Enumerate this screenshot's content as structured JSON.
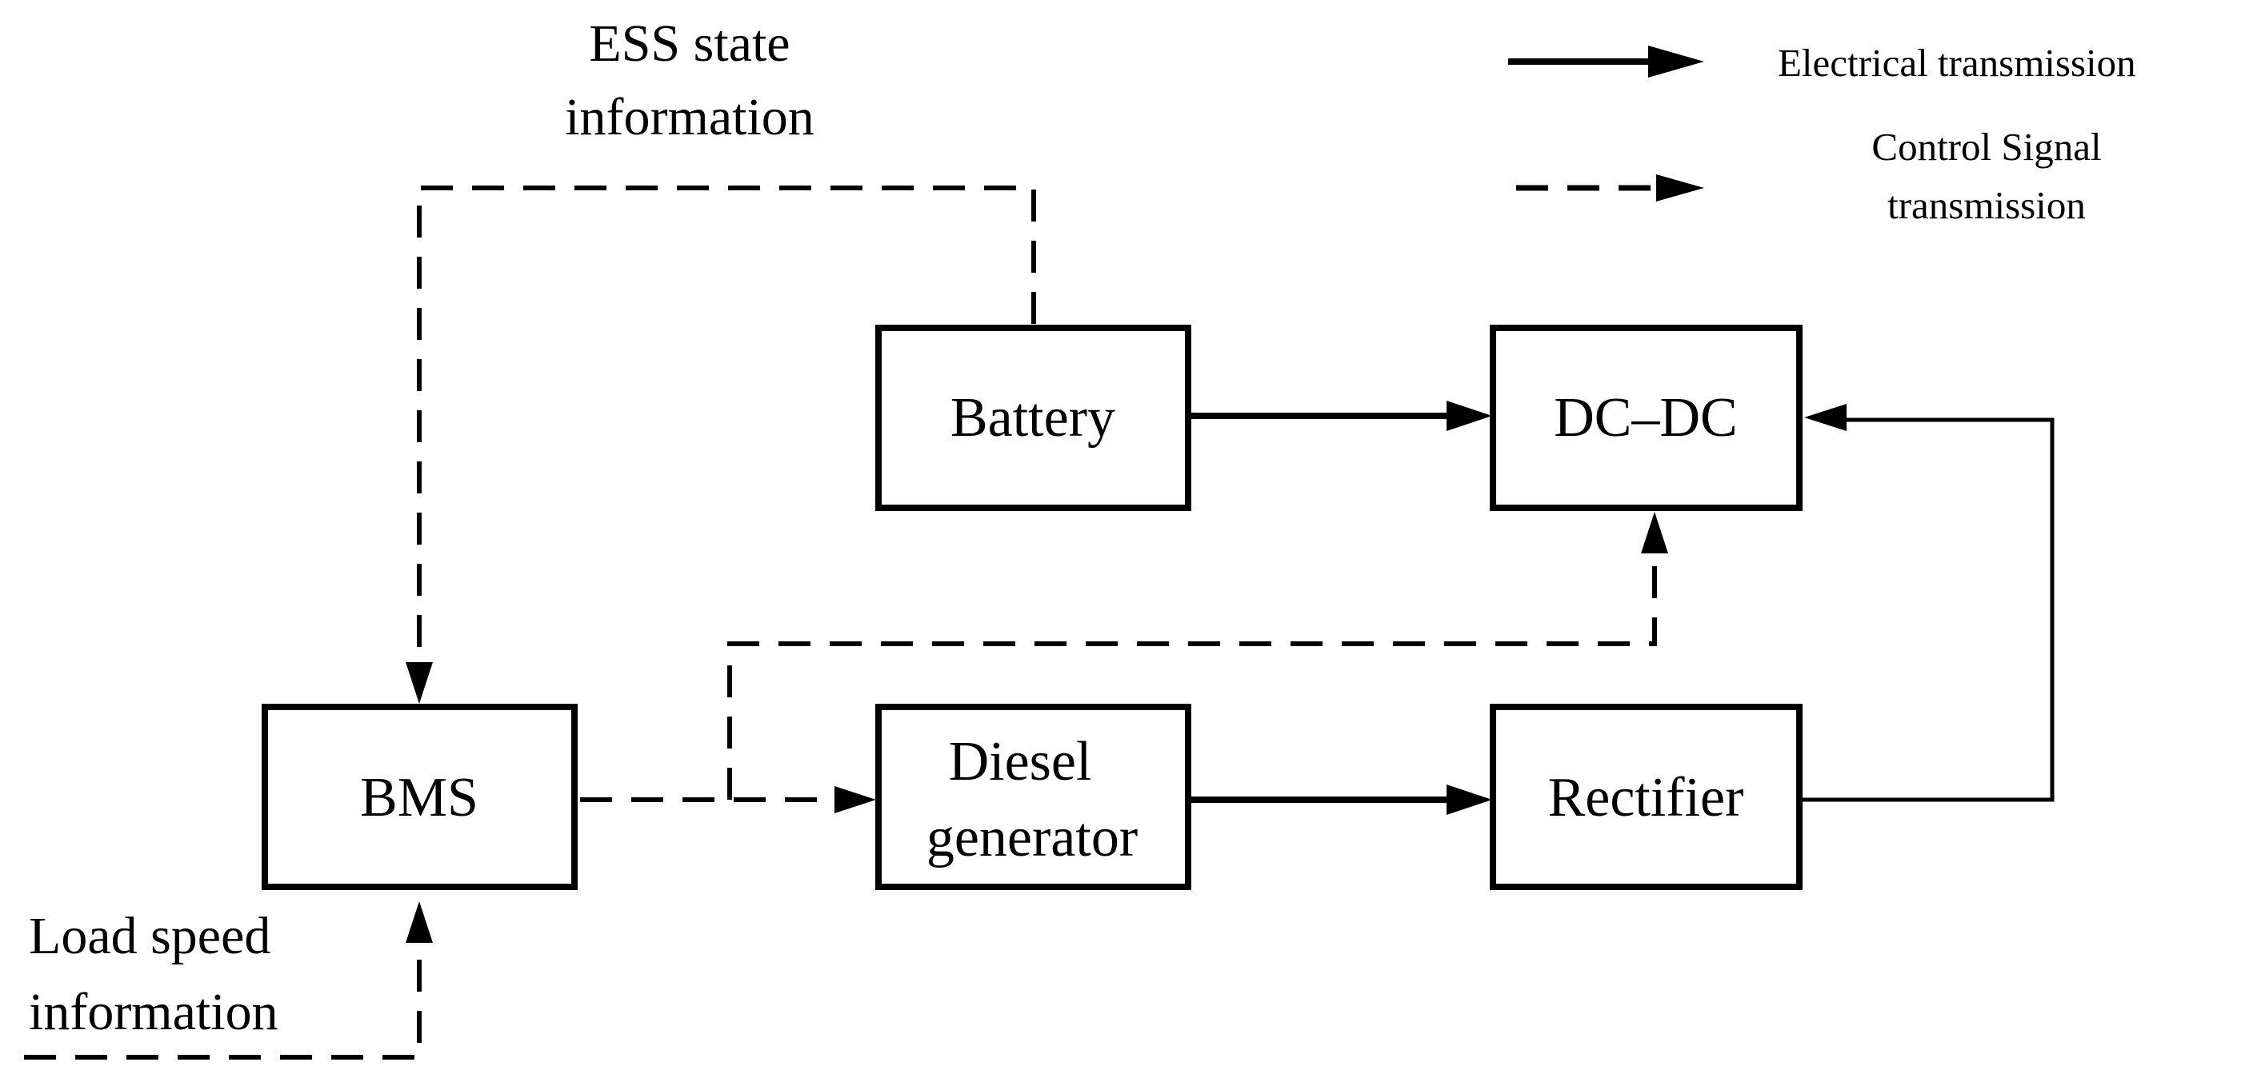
{
  "blocks": {
    "battery": "Battery",
    "dcdc": "DC–DC",
    "bms": "BMS",
    "diesel_line1": "Diesel",
    "diesel_line2": "generator",
    "rectifier": "Rectifier"
  },
  "annotations": {
    "ess_line1": "ESS state",
    "ess_line2": "information",
    "load_line1": "Load speed",
    "load_line2": "information"
  },
  "legend": {
    "electrical": "Electrical transmission",
    "control_line1": "Control Signal",
    "control_line2": "transmission"
  }
}
